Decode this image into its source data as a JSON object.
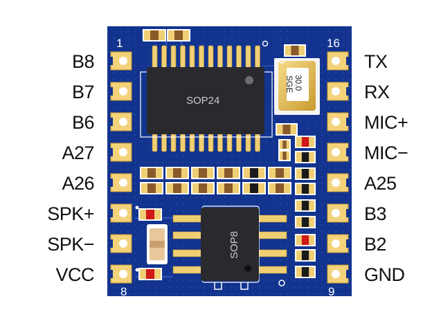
{
  "board": {
    "pin_numbers": {
      "top_left": "1",
      "top_right": "16",
      "bottom_left": "8",
      "bottom_right": "9"
    },
    "left_pins": [
      "B8",
      "B7",
      "B6",
      "A27",
      "A26",
      "SPK+",
      "SPK−",
      "VCC"
    ],
    "right_pins": [
      "TX",
      "RX",
      "MIC+",
      "MIC−",
      "A25",
      "B3",
      "B2",
      "GND"
    ],
    "main_chip": "SOP24",
    "amp_chip": "SOP8",
    "crystal": {
      "line1": "30.0",
      "line2": "SGE"
    },
    "colors": {
      "pcb": "#12348f",
      "pad_gold": "#e8c35a",
      "chip_body": "#2a2a2e",
      "silkscreen": "#ffffff",
      "cap_brown": "#8a5a2b",
      "led_red": "#d01818"
    }
  }
}
